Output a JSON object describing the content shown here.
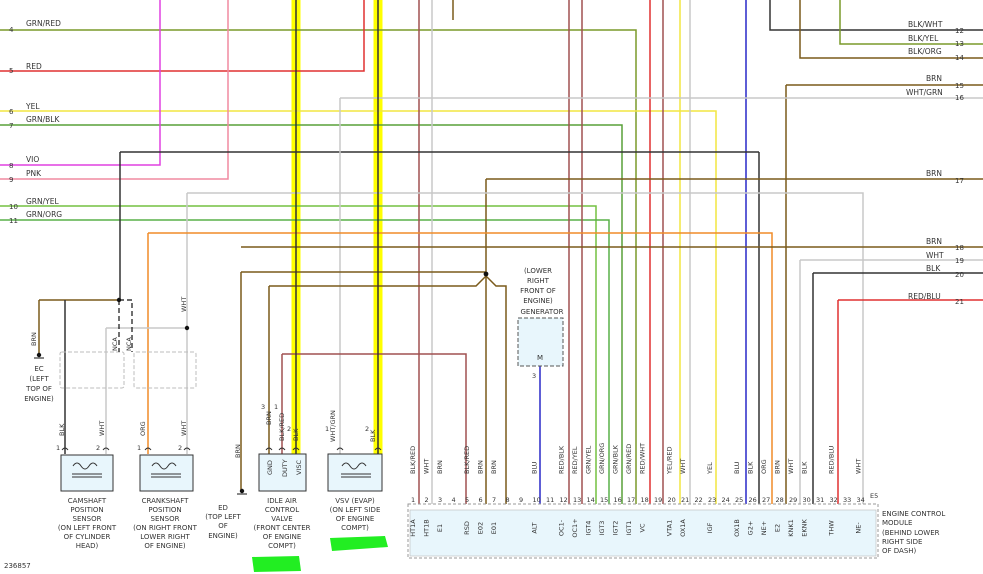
{
  "diagram_id": "236857",
  "colors": {
    "GRN": "#7a9a2a",
    "RED": "#e03030",
    "YEL": "#f2e640",
    "GRN_BLK": "#58a038",
    "VIO": "#5a5a5a",
    "PNK": "#f08aa0",
    "GRN_YEL": "#74c040",
    "GRN_ORG": "#58b048",
    "BRN": "#7a5a1a",
    "WHT": "#c8c8c8",
    "BLK": "#333333",
    "ORG": "#f08c28",
    "MAG": "#e040e0",
    "BLU": "#2828c8",
    "DKRED": "#a05050",
    "MARKER": "#22ee22"
  },
  "left_wires": [
    {
      "num": "4",
      "label": "GRN/RED"
    },
    {
      "num": "5",
      "label": "RED"
    },
    {
      "num": "6",
      "label": "YEL"
    },
    {
      "num": "7",
      "label": "GRN/BLK"
    },
    {
      "num": "8",
      "label": "VIO"
    },
    {
      "num": "9",
      "label": "PNK"
    },
    {
      "num": "10",
      "label": "GRN/YEL"
    },
    {
      "num": "11",
      "label": "GRN/ORG"
    }
  ],
  "right_wires": [
    {
      "num": "12",
      "label": "BLK/WHT"
    },
    {
      "num": "13",
      "label": "BLK/YEL"
    },
    {
      "num": "14",
      "label": "BLK/ORG"
    },
    {
      "num": "15",
      "label": "BRN"
    },
    {
      "num": "16",
      "label": "WHT/GRN"
    },
    {
      "num": "17",
      "label": "BRN"
    },
    {
      "num": "18",
      "label": "BRN"
    },
    {
      "num": "19",
      "label": "WHT"
    },
    {
      "num": "20",
      "label": "BLK"
    },
    {
      "num": "21",
      "label": "RED/BLU"
    }
  ],
  "ec": {
    "wire": "BRN",
    "lines": [
      "EC",
      "(LEFT",
      "TOP OF",
      "ENGINE)"
    ]
  },
  "ed": {
    "wire": "BRN",
    "lines": [
      "ED",
      "(TOP LEFT",
      "OF",
      "ENGINE)"
    ]
  },
  "nca": "NCA",
  "cam": {
    "pins": [
      {
        "n": "1",
        "w": "BLK"
      },
      {
        "n": "2",
        "w": "WHT"
      }
    ],
    "lines": [
      "CAMSHAFT",
      "POSITION",
      "SENSOR",
      "(ON LEFT FRONT",
      "OF CYLINDER",
      "HEAD)"
    ]
  },
  "crank": {
    "pins": [
      {
        "n": "1",
        "w": "ORG"
      },
      {
        "n": "2",
        "w": "WHT"
      }
    ],
    "wht_label": "WHT",
    "lines": [
      "CRANKSHAFT",
      "POSITION",
      "SENSOR",
      "(ON RIGHT FRONT",
      "LOWER RIGHT",
      "OF ENGINE)"
    ]
  },
  "iac": {
    "pins": [
      {
        "n": "3",
        "w": "BRN"
      },
      {
        "n": "1",
        "w": "BLK/RED"
      },
      {
        "n": "2",
        "w": "BLK"
      }
    ],
    "terms": [
      "GND",
      "DUTY",
      "VISC"
    ],
    "lines": [
      "IDLE AIR",
      "CONTROL",
      "VALVE",
      "(FRONT CENTER",
      "OF ENGINE",
      "COMPT)"
    ]
  },
  "vsv": {
    "pins": [
      {
        "n": "1",
        "w": "WHT/GRN"
      },
      {
        "n": "2",
        "w": "BLK"
      }
    ],
    "lines": [
      "VSV (EVAP)",
      "(ON LEFT SIDE",
      "OF ENGINE",
      "COMPT)"
    ]
  },
  "gen": {
    "lines": [
      "(LOWER",
      "RIGHT",
      "FRONT OF",
      "ENGINE)",
      "GENERATOR"
    ],
    "motor": "M",
    "pin": "3"
  },
  "ecm": {
    "lines": [
      "ENGINE CONTROL",
      "MODULE",
      "(BEHIND LOWER",
      "RIGHT SIDE",
      "OF DASH)"
    ],
    "connector": "E5",
    "pins": [
      {
        "n": "1",
        "t": "HT1A",
        "w": "BLK/RED"
      },
      {
        "n": "2",
        "t": "HT1B",
        "w": "WHT"
      },
      {
        "n": "3",
        "t": "E1",
        "w": "BRN"
      },
      {
        "n": "4",
        "t": "",
        "w": ""
      },
      {
        "n": "5",
        "t": "RSD",
        "w": "BLK/RED"
      },
      {
        "n": "6",
        "t": "E02",
        "w": "BRN"
      },
      {
        "n": "7",
        "t": "E01",
        "w": "BRN"
      },
      {
        "n": "8",
        "t": "",
        "w": ""
      },
      {
        "n": "9",
        "t": "",
        "w": ""
      },
      {
        "n": "10",
        "t": "ALT",
        "w": "BLU"
      },
      {
        "n": "11",
        "t": "",
        "w": ""
      },
      {
        "n": "12",
        "t": "OC1-",
        "w": "RED/BLK"
      },
      {
        "n": "13",
        "t": "OC1+",
        "w": "RED/YEL"
      },
      {
        "n": "14",
        "t": "IGT4",
        "w": "GRN/YEL"
      },
      {
        "n": "15",
        "t": "IGT3",
        "w": "GRN/ORG"
      },
      {
        "n": "16",
        "t": "IGT2",
        "w": "GRN/BLK"
      },
      {
        "n": "17",
        "t": "IGT1",
        "w": "GRN/RED"
      },
      {
        "n": "18",
        "t": "VC",
        "w": "RED/WHT"
      },
      {
        "n": "19",
        "t": "",
        "w": ""
      },
      {
        "n": "20",
        "t": "VTA1",
        "w": "YEL/RED"
      },
      {
        "n": "21",
        "t": "OX1A",
        "w": "WHT"
      },
      {
        "n": "22",
        "t": "",
        "w": ""
      },
      {
        "n": "23",
        "t": "IGF",
        "w": "YEL"
      },
      {
        "n": "24",
        "t": "",
        "w": ""
      },
      {
        "n": "25",
        "t": "OX1B",
        "w": "BLU"
      },
      {
        "n": "26",
        "t": "G2+",
        "w": "BLK"
      },
      {
        "n": "27",
        "t": "NE+",
        "w": "ORG"
      },
      {
        "n": "28",
        "t": "E2",
        "w": "BRN"
      },
      {
        "n": "29",
        "t": "KNK1",
        "w": "WHT"
      },
      {
        "n": "30",
        "t": "EKNK",
        "w": "BLK"
      },
      {
        "n": "31",
        "t": "",
        "w": ""
      },
      {
        "n": "32",
        "t": "THW",
        "w": "RED/BLU"
      },
      {
        "n": "33",
        "t": "",
        "w": ""
      },
      {
        "n": "34",
        "t": "NE-",
        "w": "WHT"
      }
    ]
  }
}
